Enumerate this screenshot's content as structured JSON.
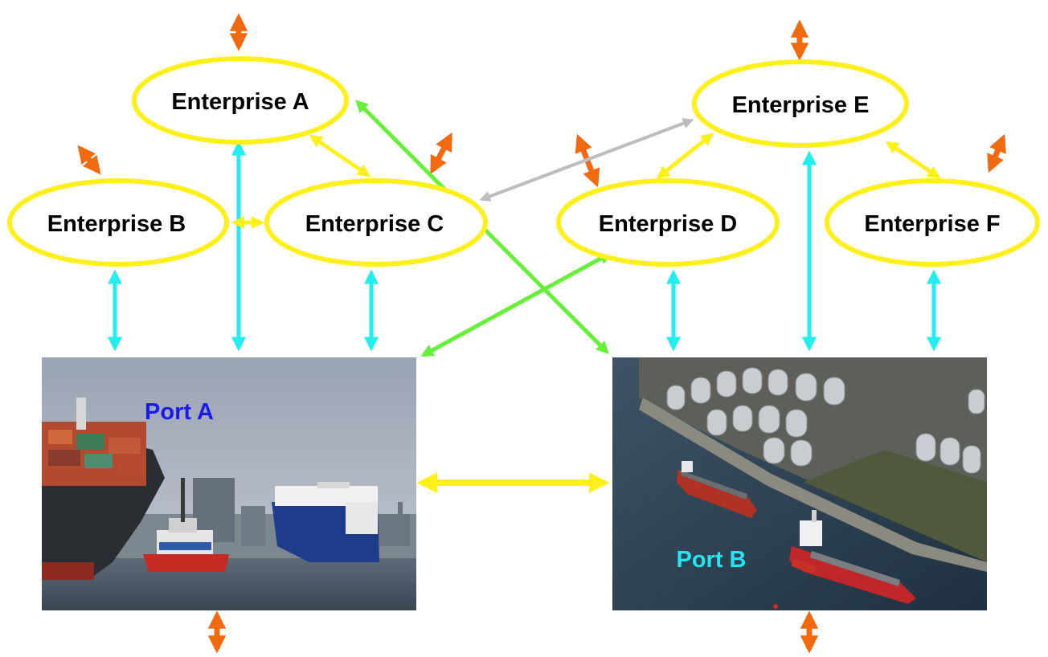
{
  "enterprises": {
    "a": "Enterprise A",
    "b": "Enterprise B",
    "c": "Enterprise C",
    "d": "Enterprise D",
    "e": "Enterprise E",
    "f": "Enterprise F"
  },
  "ports": {
    "a": {
      "label": "Port A",
      "color": "#1a1aee"
    },
    "b": {
      "label": "Port B",
      "color": "#22e6f2"
    }
  },
  "colors": {
    "node_outline": "#ffef1a",
    "external_link": "#f26a10",
    "enterprise_port_link": "#22eef0",
    "enterprise_link": "#ffef1a",
    "cross_link": "#66f03a",
    "remote_link": "#bdbdbd",
    "port_port_link": "#ffef1a"
  }
}
